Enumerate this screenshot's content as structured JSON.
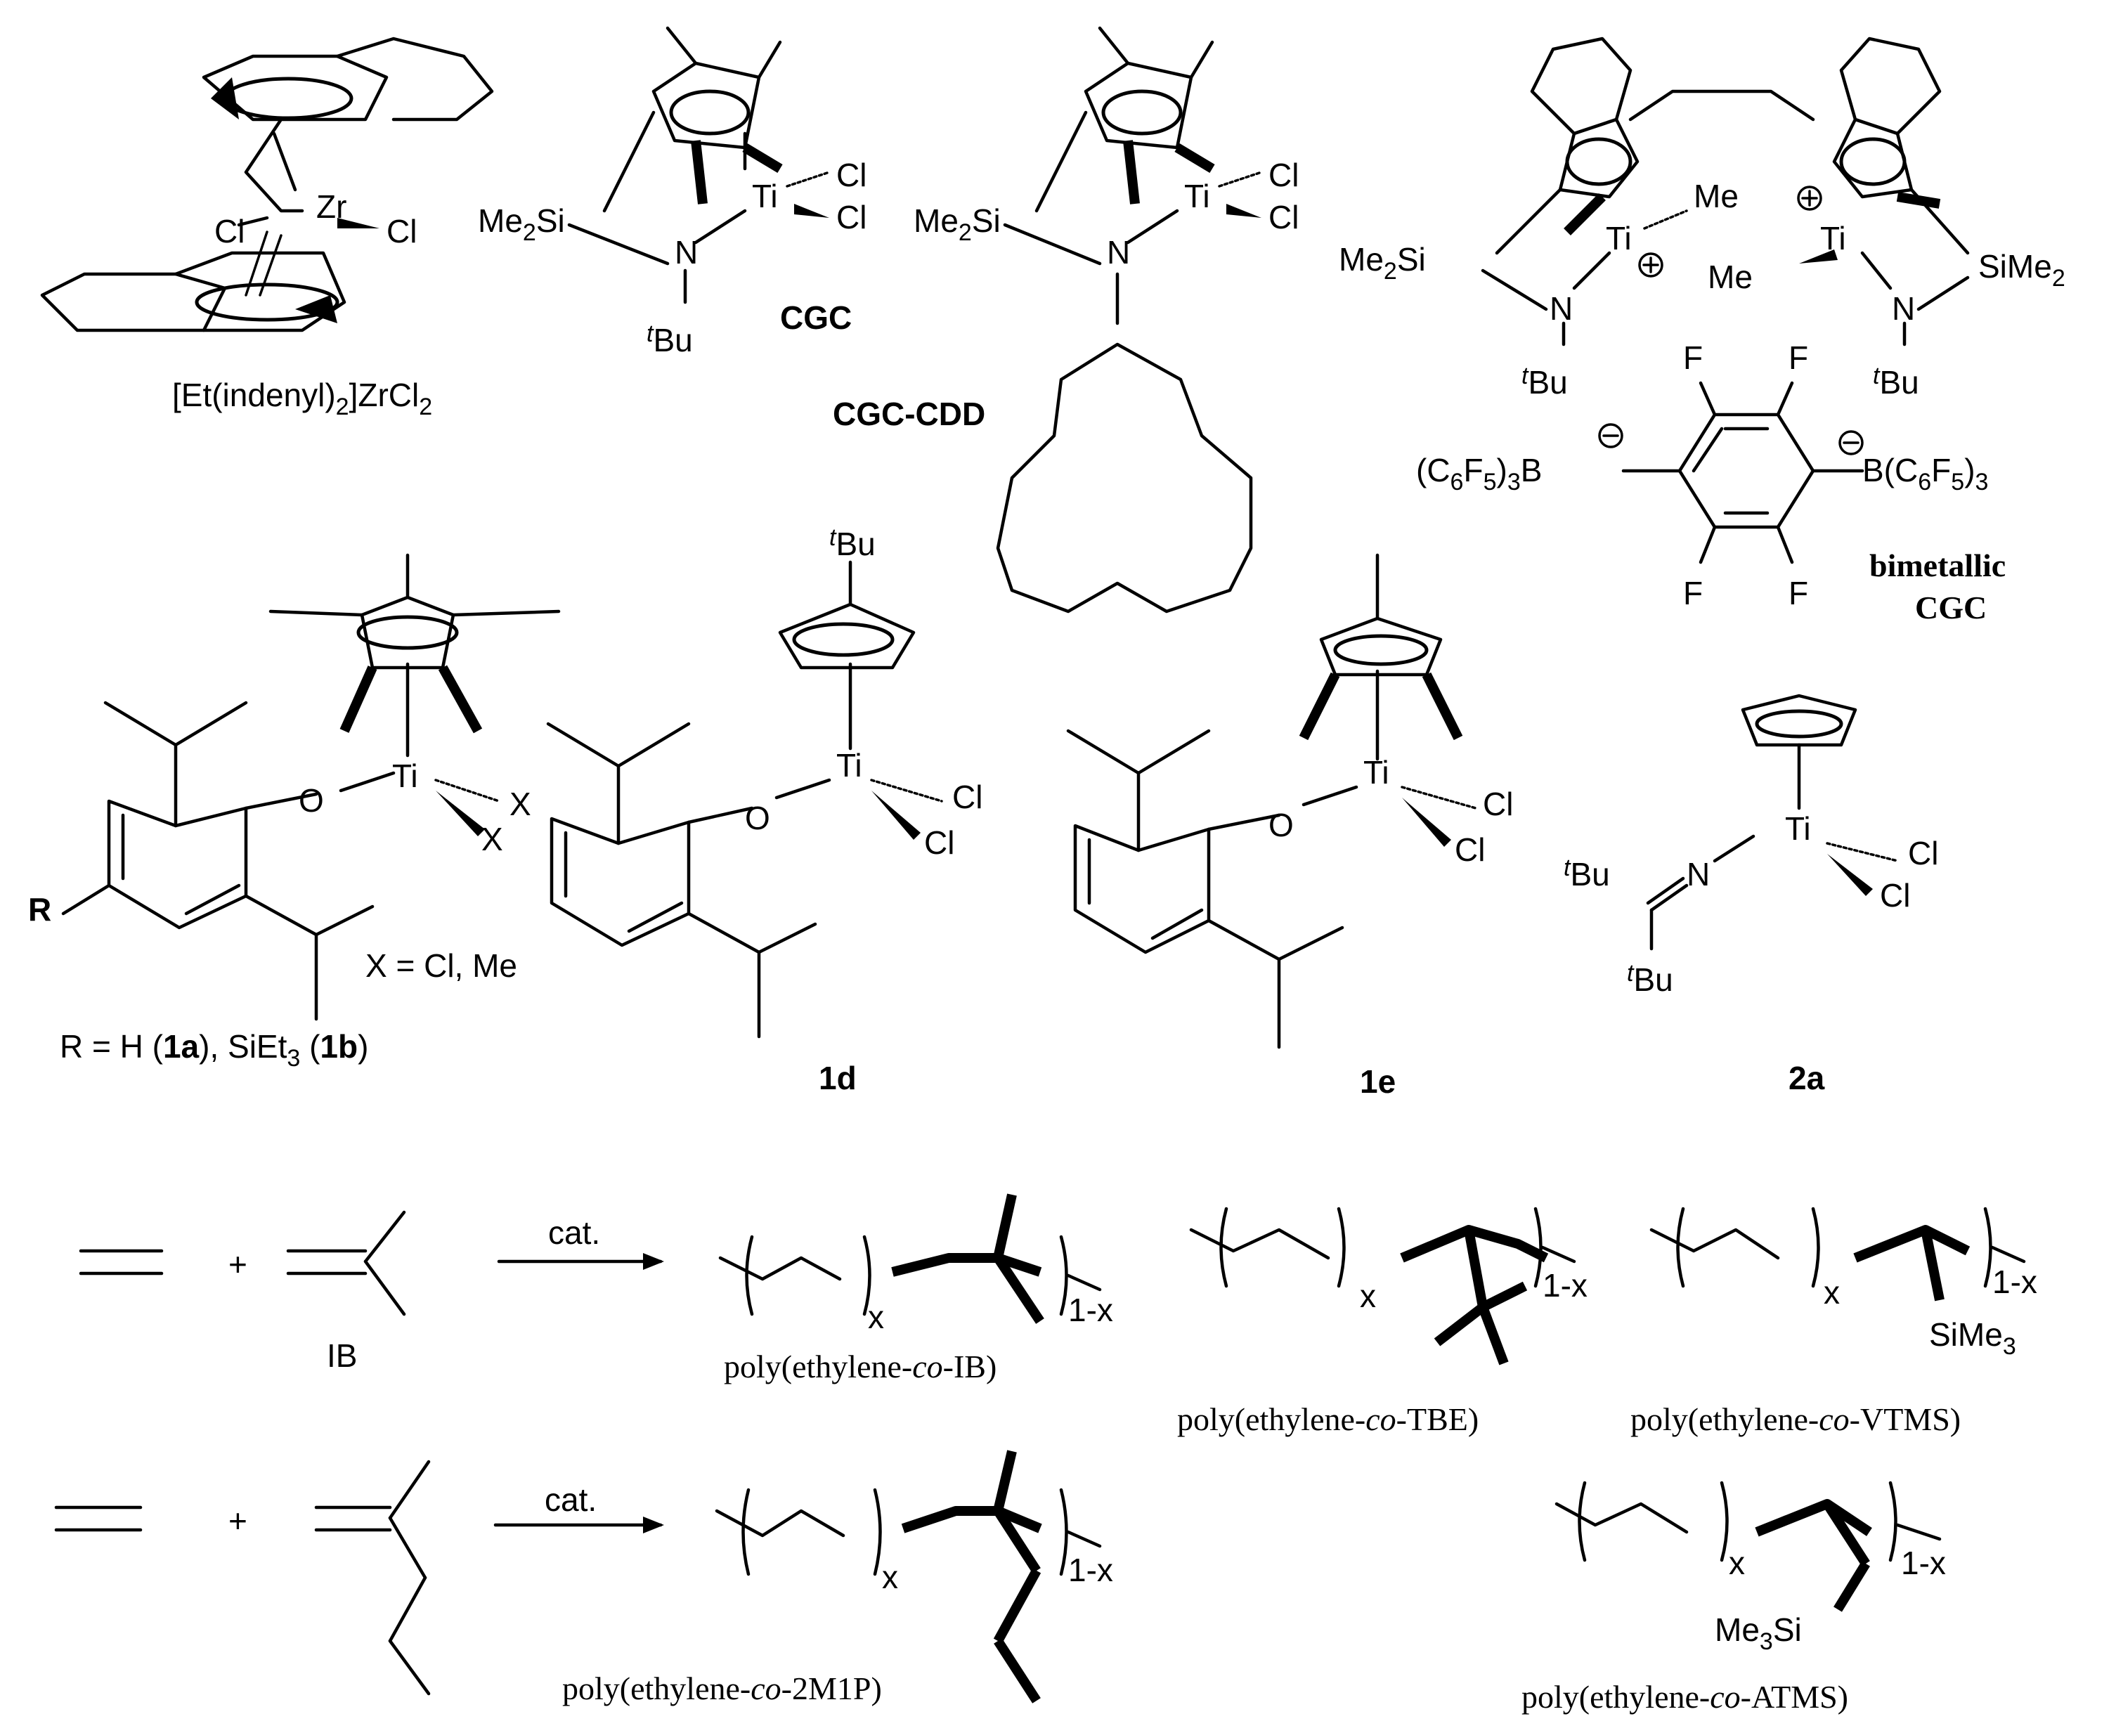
{
  "catalysts": {
    "zirconocene": {
      "name": "[Et(indenyl)2]ZrCl2",
      "zr": "Zr",
      "cl": "Cl"
    },
    "cgc": {
      "name": "CGC",
      "ti": "Ti",
      "cl": "Cl",
      "n": "N",
      "si": "Me2Si",
      "tbu": "tBu"
    },
    "cgc_cdd": {
      "name": "CGC-CDD",
      "ti": "Ti",
      "cl": "Cl",
      "n": "N",
      "si": "Me2Si"
    },
    "bimetallic": {
      "name_line1": "bimetallic",
      "name_line2": "CGC",
      "ti": "Ti",
      "me": "Me",
      "si_left": "Me2Si",
      "si_right": "SiMe2",
      "n": "N",
      "tbu": "tBu",
      "f": "F",
      "borate": "B(C6F5)3",
      "borate_left": "(C6F5)3B"
    },
    "c1ab": {
      "x_label": "X = Cl, Me",
      "r_label": "R = H (1a), SiEt3 (1b)",
      "r": "R",
      "o": "O",
      "ti": "Ti",
      "x": "X"
    },
    "c1d": {
      "name": "1d",
      "tbu": "tBu",
      "o": "O",
      "ti": "Ti",
      "cl": "Cl"
    },
    "c1e": {
      "name": "1e",
      "o": "O",
      "ti": "Ti",
      "cl": "Cl"
    },
    "c2a": {
      "name": "2a",
      "ti": "Ti",
      "cl": "Cl",
      "n": "N",
      "tbu": "tBu"
    }
  },
  "reactions": {
    "plus": "+",
    "cat": "cat.",
    "ib_label": "IB",
    "subscripts": {
      "x": "x",
      "one_minus_x": "1-x"
    },
    "products": {
      "ib": "poly(ethylene-co-IB)",
      "tbe": "poly(ethylene-co-TBE)",
      "vtms": "poly(ethylene-co-VTMS)",
      "m2p": "poly(ethylene-co-2M1P)",
      "atms": "poly(ethylene-co-ATMS)"
    },
    "sime3": "SiMe3",
    "me3si": "Me3Si"
  }
}
